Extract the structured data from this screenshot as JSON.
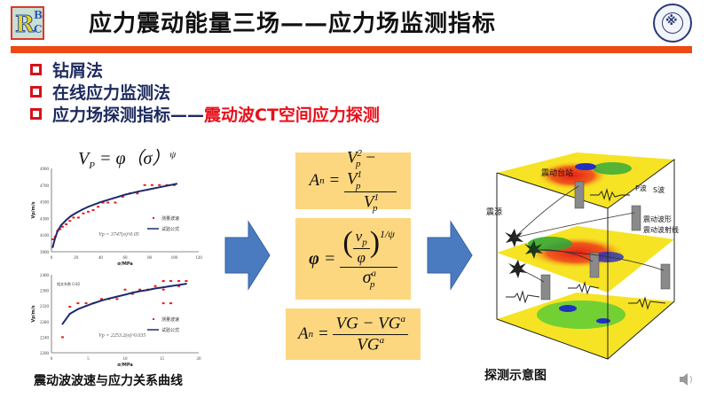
{
  "header": {
    "logo": {
      "big": "R",
      "top": "B",
      "bottom": "C"
    },
    "title": "应力震动能量三场——应力场监测指标",
    "seal_icon": "university-seal-icon",
    "accent_color": "#ec4a12"
  },
  "bullets": [
    {
      "text": "钻屑法",
      "highlight": ""
    },
    {
      "text": "在线应力监测法",
      "highlight": ""
    },
    {
      "text": "应力场探测指标——",
      "highlight": "震动波CT空间应力探测"
    }
  ],
  "left": {
    "equation": {
      "lhs": "V",
      "lhs_sub": "P",
      "rhs": "= φ（σ）",
      "rhs_sup": "ψ"
    },
    "caption": "震动波波速与应力关系曲线"
  },
  "chart_data": [
    {
      "type": "scatter",
      "title": "",
      "xlabel": "σ/MPa",
      "ylabel": "Vp/m/s",
      "xlim": [
        0,
        120
      ],
      "ylim": [
        3900,
        4900
      ],
      "xticks": [
        0,
        20,
        40,
        60,
        80,
        100,
        120
      ],
      "yticks": [
        3900,
        4100,
        4300,
        4500,
        4700,
        4900
      ],
      "annotation": "Vp = 3747(σ)^0.05",
      "legend": {
        "position": "right",
        "entries": [
          "测量波速",
          "试验公式"
        ]
      },
      "series": [
        {
          "name": "测量波速",
          "color": "#f01818",
          "kind": "points",
          "x": [
            1,
            3,
            5,
            7,
            9,
            12,
            15,
            18,
            22,
            26,
            30,
            34,
            38,
            42,
            46,
            52,
            58,
            64,
            70,
            76,
            82,
            88,
            94,
            100
          ],
          "y": [
            4050,
            4080,
            4150,
            4170,
            4200,
            4230,
            4270,
            4310,
            4310,
            4360,
            4380,
            4400,
            4440,
            4490,
            4490,
            4490,
            4560,
            4600,
            4600,
            4700,
            4700,
            4700,
            4700,
            4700
          ]
        },
        {
          "name": "试验公式",
          "color": "#1a2a6e",
          "kind": "line",
          "x": [
            1,
            3,
            5,
            8,
            12,
            16,
            20,
            25,
            30,
            40,
            50,
            60,
            70,
            80,
            90,
            102
          ],
          "y": [
            3955,
            4065,
            4150,
            4220,
            4280,
            4330,
            4365,
            4405,
            4440,
            4495,
            4540,
            4585,
            4620,
            4650,
            4680,
            4715
          ]
        }
      ]
    },
    {
      "type": "scatter",
      "title": "",
      "xlabel": "σ/MPa",
      "ylabel": "Vp/m/s",
      "xlim": [
        0,
        20
      ],
      "ylim": [
        2200,
        2400
      ],
      "xticks": [
        0,
        5,
        10,
        15,
        20
      ],
      "yticks": [
        2200,
        2240,
        2280,
        2320,
        2360,
        2400
      ],
      "annotation": "Vp = 2253.2(σ)^0.035",
      "note": "相关系数 0.82",
      "legend": {
        "position": "right",
        "entries": [
          "测量波速",
          "试验公式"
        ]
      },
      "series": [
        {
          "name": "测量波速",
          "color": "#f01818",
          "kind": "points",
          "x": [
            1.5,
            2.5,
            3.6,
            4.7,
            5.7,
            6.8,
            7.8,
            8.9,
            10,
            11,
            12,
            13.1,
            14.1,
            15.2,
            15.2,
            15.2,
            16.2,
            16.2,
            17.3,
            17.3,
            18.3
          ],
          "y": [
            2240,
            2318,
            2327,
            2327,
            2327,
            2338,
            2338,
            2338,
            2362,
            2351,
            2362,
            2362,
            2371,
            2384,
            2362,
            2327,
            2384,
            2327,
            2384,
            2371,
            2384
          ]
        },
        {
          "name": "试验公式",
          "color": "#1a2a6e",
          "kind": "line",
          "x": [
            1.5,
            2.5,
            3.6,
            4.7,
            5.7,
            6.8,
            7.8,
            8.9,
            10,
            11,
            12,
            13.1,
            14.1,
            15.2,
            16.2,
            17.3,
            18.3
          ],
          "y": [
            2274,
            2300,
            2312,
            2320,
            2327,
            2334,
            2339,
            2344,
            2349,
            2354,
            2358,
            2361,
            2365,
            2368,
            2371,
            2374,
            2377
          ]
        }
      ]
    }
  ],
  "formulas": [
    {
      "lhs": "A",
      "lhs_sub": "n",
      "num": "V",
      "num_a_sup": "2",
      "num_a_sub": "p",
      "num_op": " − V",
      "num_b_sup": "1",
      "num_b_sub": "p",
      "den": "V",
      "den_sup": "1",
      "den_sub": "p"
    },
    {
      "lhs": "φ",
      "inner_num": "v",
      "inner_num_sub": "p",
      "inner_den": "φ",
      "outer_sup": "1/ψ",
      "den": "σ",
      "den_sup": "a",
      "den_sub": "p"
    },
    {
      "lhs": "A",
      "lhs_sub": "n",
      "num": "VG − VG",
      "num_sup": "a",
      "den": "VG",
      "den_sup": "a"
    }
  ],
  "right": {
    "labels": {
      "station": "震动台站",
      "source": "震源",
      "p_wave": "P波",
      "s_wave": "S波",
      "waveform": "震动波形",
      "ray": "震动波射线"
    },
    "caption": "探测示意图"
  },
  "footer": {
    "speaker_icon": "speaker-icon"
  }
}
